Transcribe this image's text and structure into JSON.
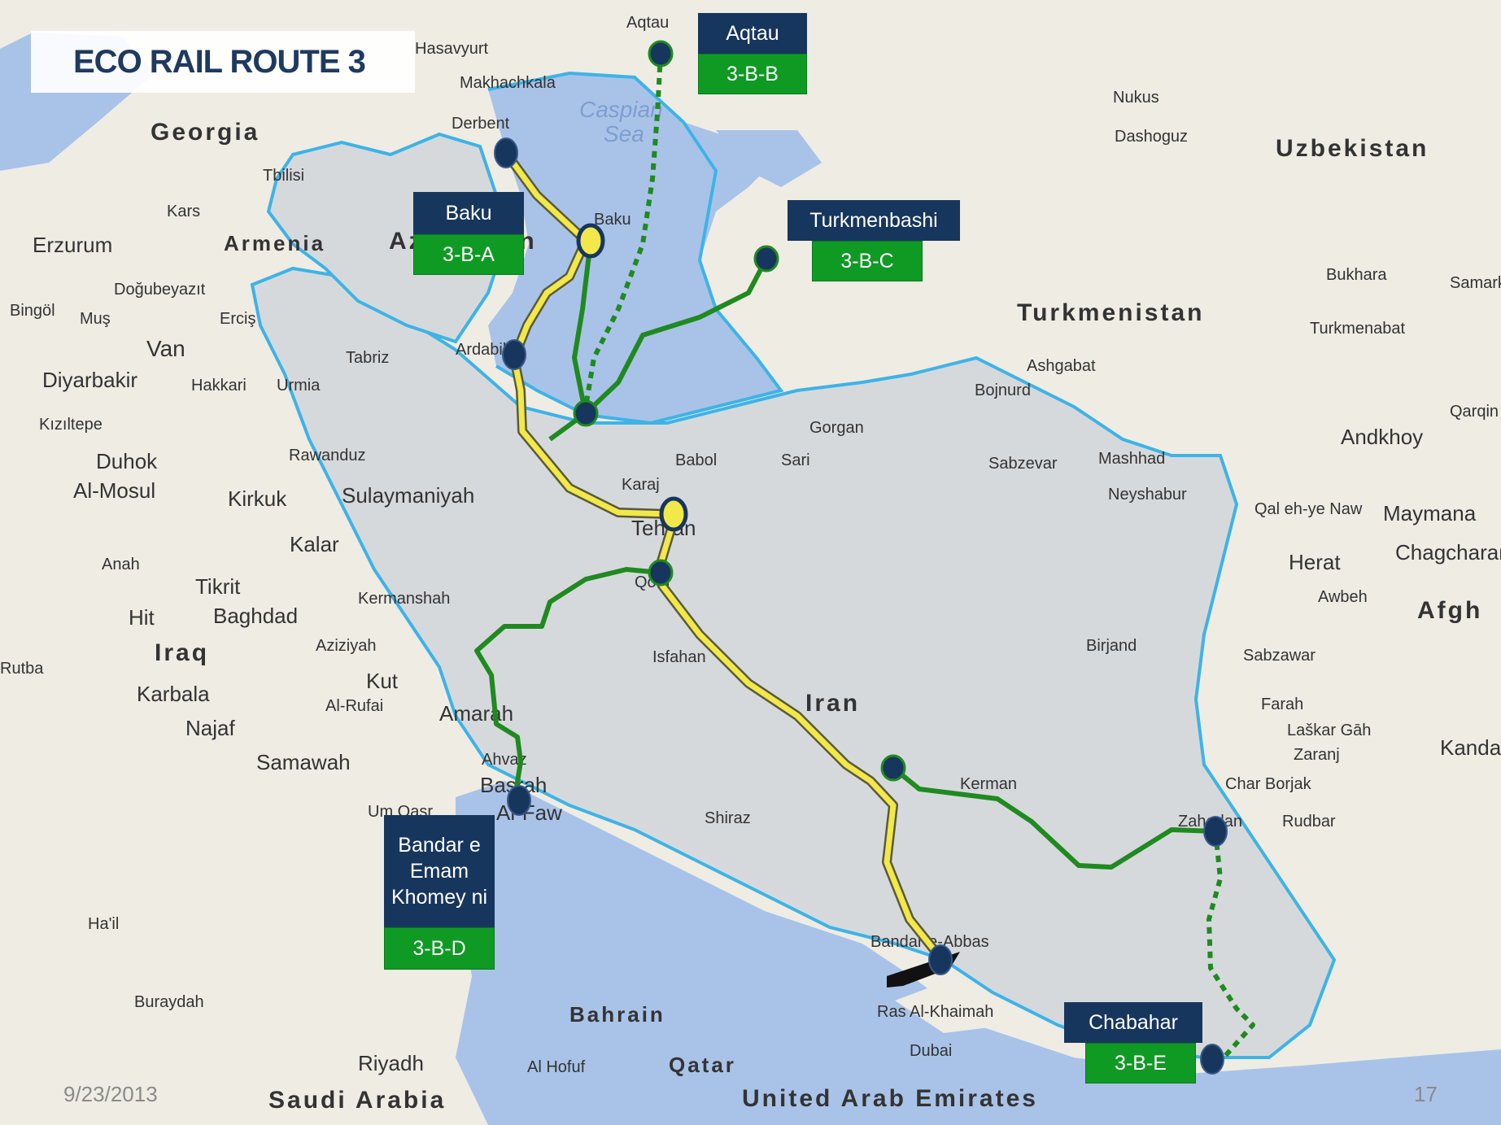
{
  "title": "ECO RAIL ROUTE 3",
  "footer": {
    "date": "9/23/2013",
    "page": "17"
  },
  "colors": {
    "title_text": "#1f3a5f",
    "label_name_bg": "#17365d",
    "label_code_bg": "#0f9a24",
    "main_route": "#f2e84a",
    "branch_route": "#1f8a1f",
    "border": "#3eb3e6"
  },
  "labels": [
    {
      "id": "aqtau",
      "name": "Aqtau",
      "code": "3-B-B"
    },
    {
      "id": "baku",
      "name": "Baku",
      "code": "3-B-A"
    },
    {
      "id": "turkmenbashi",
      "name": "Turkmenbashi",
      "code": "3-B-C"
    },
    {
      "id": "bandar",
      "name": "Bandar e Emam Khomey ni",
      "code": "3-B-D"
    },
    {
      "id": "chabahar",
      "name": "Chabahar",
      "code": "3-B-E"
    }
  ],
  "countries": [
    "Georgia",
    "Armenia",
    "Azerbaijan",
    "Uzbekistan",
    "Turkmenistan",
    "Iraq",
    "Iran",
    "Bahrain",
    "Qatar",
    "Saudi Arabia",
    "United Arab Emirates",
    "Afgh"
  ],
  "water": [
    "Caspian",
    "Sea"
  ],
  "places": [
    "Aqtau",
    "Hasavyurt",
    "Makhachkala",
    "Derbent",
    "Tbilisi",
    "Kars",
    "Erzurum",
    "Doğubeyazıt",
    "Bingöl",
    "Muş",
    "Erciş",
    "Van",
    "Diyarbakir",
    "Hakkari",
    "Urmia",
    "Tabriz",
    "Ardabil",
    "Kızıltepe",
    "Duhok",
    "Al-Mosul",
    "Rawanduz",
    "Kirkuk",
    "Sulaymaniyah",
    "Kalar",
    "Anah",
    "Tikrit",
    "Hit",
    "Baghdad",
    "Rutba",
    "Aziziyah",
    "Kut",
    "Karbala",
    "Al-Rufai",
    "Amarah",
    "Najaf",
    "Samawah",
    "Ahvaz",
    "Basrah",
    "Um Qasr",
    "Al-Faw",
    "Ha'il",
    "Buraydah",
    "Riyadh",
    "Al Hofuf",
    "Kermanshah",
    "Isfahan",
    "Shiraz",
    "Tehran",
    "Karaj",
    "Qom",
    "Babol",
    "Sari",
    "Gorgan",
    "Bojnurd",
    "Ashgabat",
    "Sabzevar",
    "Mashhad",
    "Neyshabur",
    "Birjand",
    "Kerman",
    "Bandar-e-Abbas",
    "Ras Al-Khaimah",
    "Dubai",
    "Zahedan",
    "Nukus",
    "Dashoguz",
    "Bukhara",
    "Samarkand",
    "Turkmenabat",
    "Andkhoy",
    "Qarqin",
    "Maymana",
    "Qal eh-ye Naw",
    "Chagcharan",
    "Herat",
    "Awbeh",
    "Sabzawar",
    "Farah",
    "Laškar Gāh",
    "Zaranj",
    "Char Borjak",
    "Rudbar",
    "Kandahar",
    "Baku"
  ]
}
